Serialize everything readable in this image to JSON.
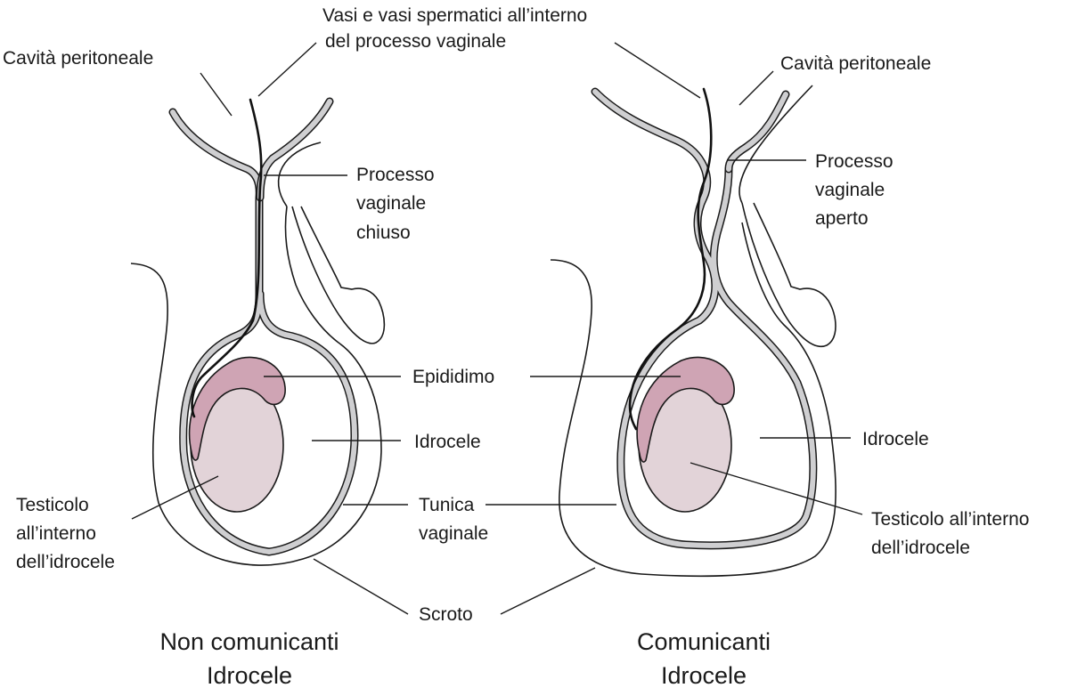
{
  "labels": {
    "vessels": [
      "Vasi e vasi spermatici all’interno",
      "del processo vaginale"
    ],
    "peritoneal_left": "Cavità peritoneale",
    "peritoneal_right": "Cavità peritoneale",
    "process_closed": [
      "Processo",
      "vaginale",
      "chiuso"
    ],
    "process_open": [
      "Processo",
      "vaginale",
      "aperto"
    ],
    "epididymis": "Epididimo",
    "hydrocele_center": "Idrocele",
    "hydrocele_right": "Idrocele",
    "testis_left": [
      "Testicolo",
      "all’interno",
      "dell’idrocele"
    ],
    "testis_right": [
      "Testicolo all’interno",
      "dell’idrocele"
    ],
    "tunica": [
      "Tunica",
      "vaginale"
    ],
    "scrotum": "Scroto"
  },
  "captions": {
    "left": [
      "Non comunicanti",
      "Idrocele"
    ],
    "right": [
      "Comunicanti",
      "Idrocele"
    ]
  },
  "colors": {
    "tunica_fill": "#cfcfd1",
    "line": "#1a1a1a",
    "testis": "#e2d3d8",
    "epididymis": "#cfa4b4",
    "background": "#ffffff"
  }
}
